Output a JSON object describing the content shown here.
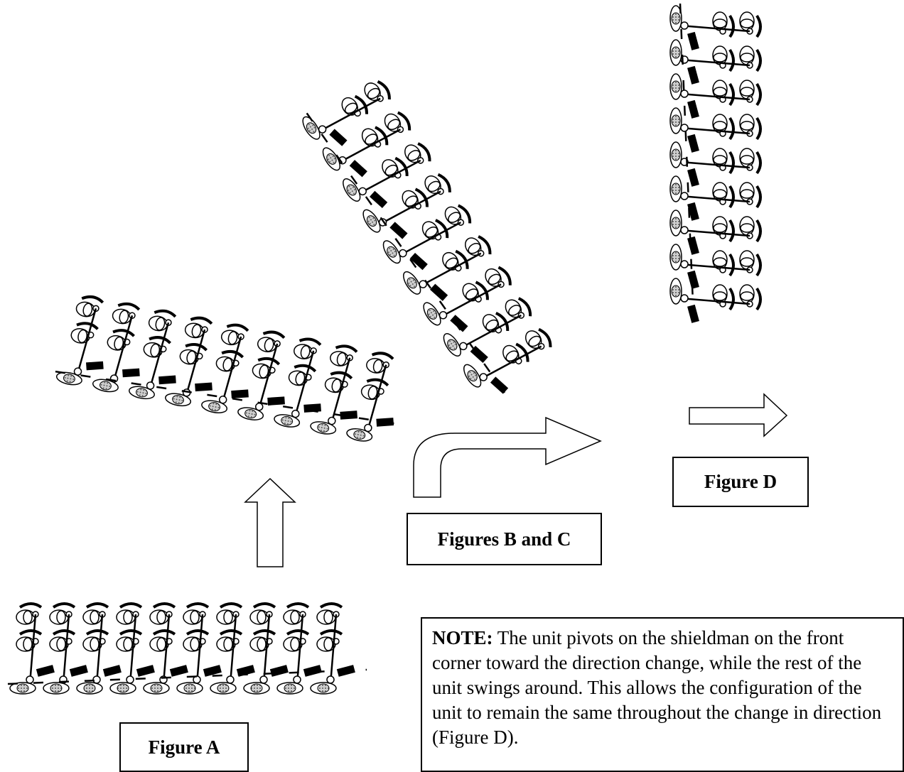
{
  "figures": {
    "a_label": "Figure A",
    "bc_label": "Figures B and C",
    "d_label": "Figure D"
  },
  "note": {
    "heading": "NOTE:",
    "body": "  The unit pivots on the shieldman on the front corner toward the direction change, while the rest of the unit swings around.  This allows the configuration of the unit to remain the same throughout the change in direction (Figure D)."
  },
  "formation": {
    "files": 10,
    "ranks": 3,
    "shield_color": "#aaaaaa",
    "ink_color": "#000000"
  }
}
